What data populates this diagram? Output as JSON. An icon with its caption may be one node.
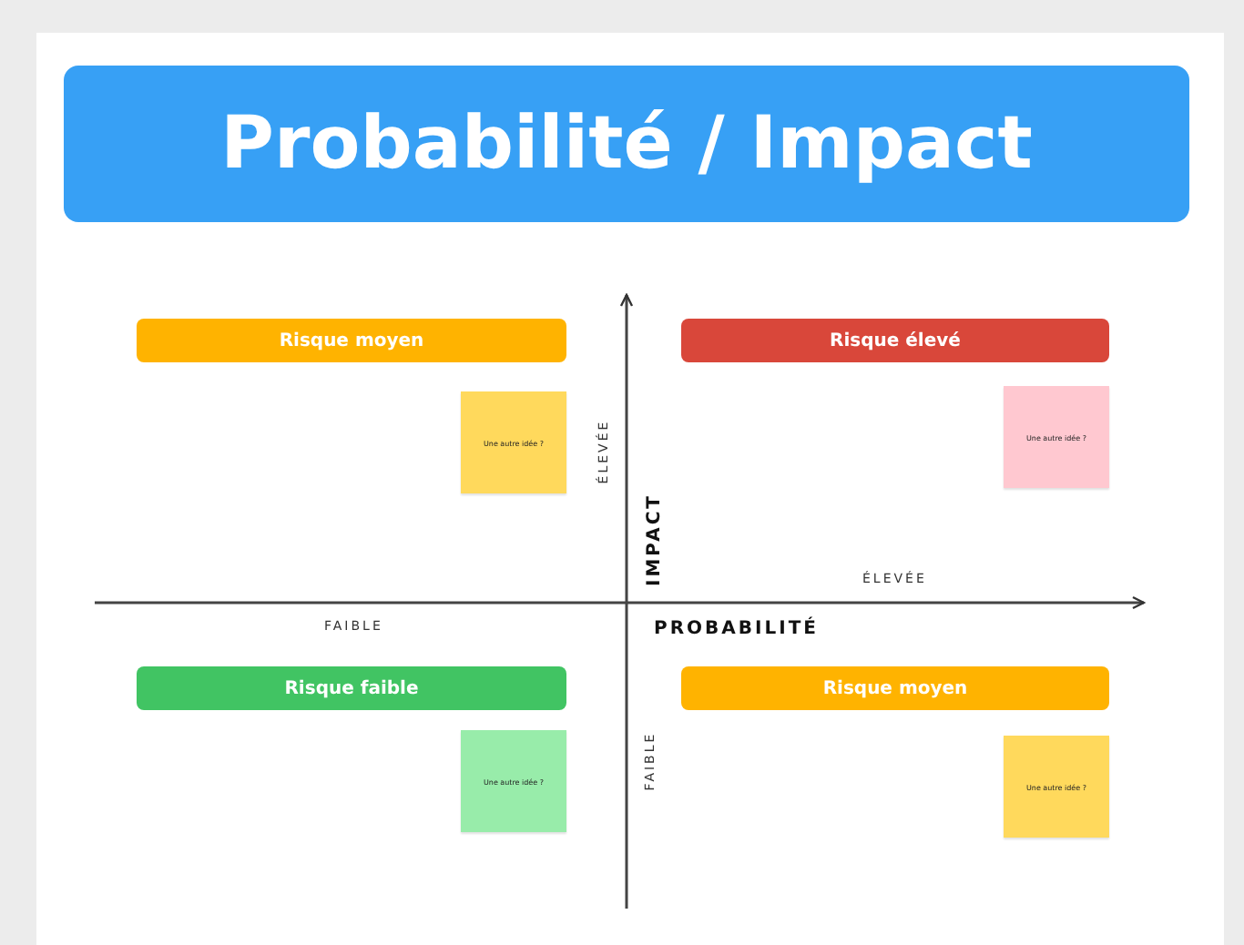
{
  "diagram": {
    "title": "Probabilité / Impact",
    "nodes": [
      {
        "text": [
          "Risque moyen"
        ]
      },
      {
        "text": [
          "Risque élevé"
        ]
      },
      {
        "text": [
          "Une autre idée ?"
        ]
      },
      {
        "text": [
          "Une autre idée ?"
        ]
      },
      {
        "text": [
          "Risque faible"
        ]
      },
      {
        "text": [
          "Risque moyen"
        ]
      },
      {
        "text": [
          "Une autre idée ?"
        ]
      },
      {
        "text": [
          "Une autre idée ?"
        ]
      }
    ],
    "edges": [],
    "labels": [
      "ÉLEVÉE",
      "IMPACT",
      "ÉLEVÉE",
      "FAIBLE",
      "PROBABILITÉ",
      "FAIBLE"
    ]
  }
}
